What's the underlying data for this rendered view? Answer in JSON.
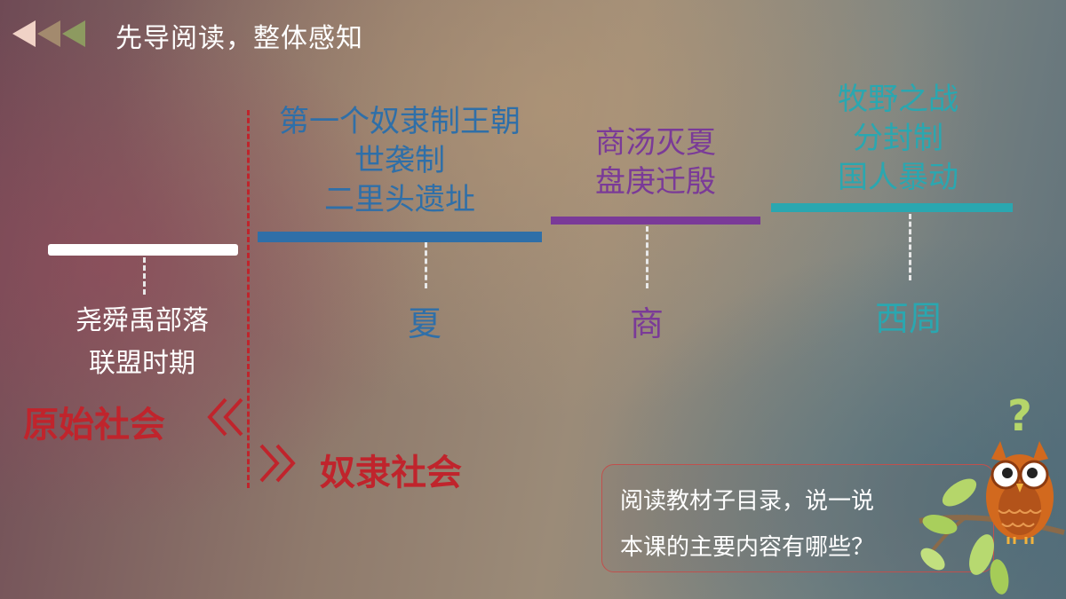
{
  "header": {
    "title": "先导阅读，整体感知",
    "arrow_colors": [
      "#f0d2c6",
      "#a38a6e",
      "#8d9a60"
    ]
  },
  "timeline": {
    "primitive": {
      "label_lines": [
        "尧舜禹部落",
        "联盟时期"
      ],
      "bar_color": "#ffffff"
    },
    "xia": {
      "events": [
        "第一个奴隶制王朝",
        "世袭制",
        "二里头遗址"
      ],
      "era": "夏",
      "color": "#2f6fa8"
    },
    "shang": {
      "events": [
        "商汤灭夏",
        "盘庚迁殷"
      ],
      "era": "商",
      "color": "#7a3a98"
    },
    "zhou": {
      "events": [
        "牧野之战",
        "分封制",
        "国人暴动"
      ],
      "era": "西周",
      "color": "#2aa7b0"
    }
  },
  "society": {
    "primitive": "原始社会",
    "slave": "奴隶社会",
    "color": "#c0242c"
  },
  "question": {
    "line1": "阅读教材子目录，说一说",
    "line2": "本课的主要内容有哪些？"
  },
  "decoration": {
    "owl_icon": "owl-with-question-mark",
    "question_symbol": "?"
  }
}
